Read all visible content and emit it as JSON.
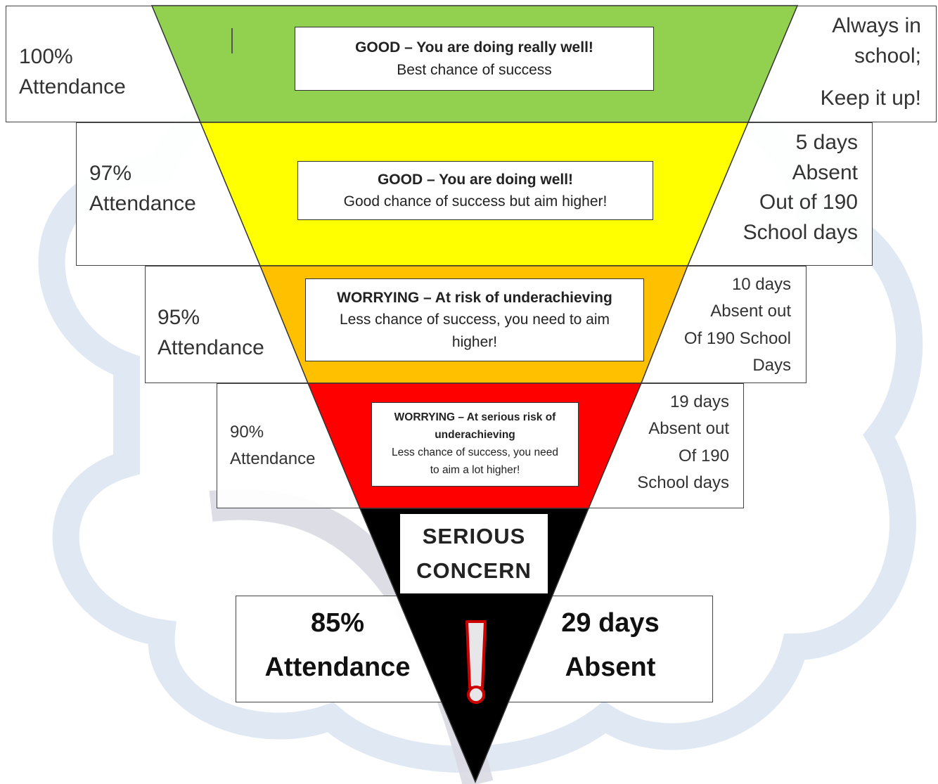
{
  "levels": [
    {
      "left": [
        "100%",
        "Attendance"
      ],
      "right": [
        "Always in",
        "school;",
        "Keep it up!"
      ],
      "heading": "GOOD – You are doing really well!",
      "sub": "Best chance of success",
      "color": "#92d050"
    },
    {
      "left": [
        "97%",
        "Attendance"
      ],
      "right": [
        "5 days",
        "Absent",
        "Out of 190",
        "School days"
      ],
      "heading": "GOOD – You are doing well!",
      "sub": "Good chance of success but aim higher!",
      "color": "#ffff00"
    },
    {
      "left": [
        "95%",
        "Attendance"
      ],
      "right": [
        "10 days",
        "Absent out",
        "Of 190 School",
        "Days"
      ],
      "heading": "WORRYING – At risk of underachieving",
      "sub": "Less chance of success, you need to aim higher!",
      "color": "#ffc000"
    },
    {
      "left": [
        "90%",
        "Attendance"
      ],
      "right": [
        "19 days",
        "Absent out",
        "Of 190",
        "School days"
      ],
      "heading": "WORRYING – At serious risk of underachieving",
      "sub": "Less chance of success, you need to aim a lot higher!",
      "color": "#ff0000"
    }
  ],
  "serious": {
    "line1": "SERIOUS",
    "line2": "CONCERN",
    "color": "#000000"
  },
  "bottom": {
    "left": [
      "85%",
      "Attendance"
    ],
    "right": [
      "29 days",
      "Absent"
    ],
    "icon": "exclamation-icon"
  }
}
